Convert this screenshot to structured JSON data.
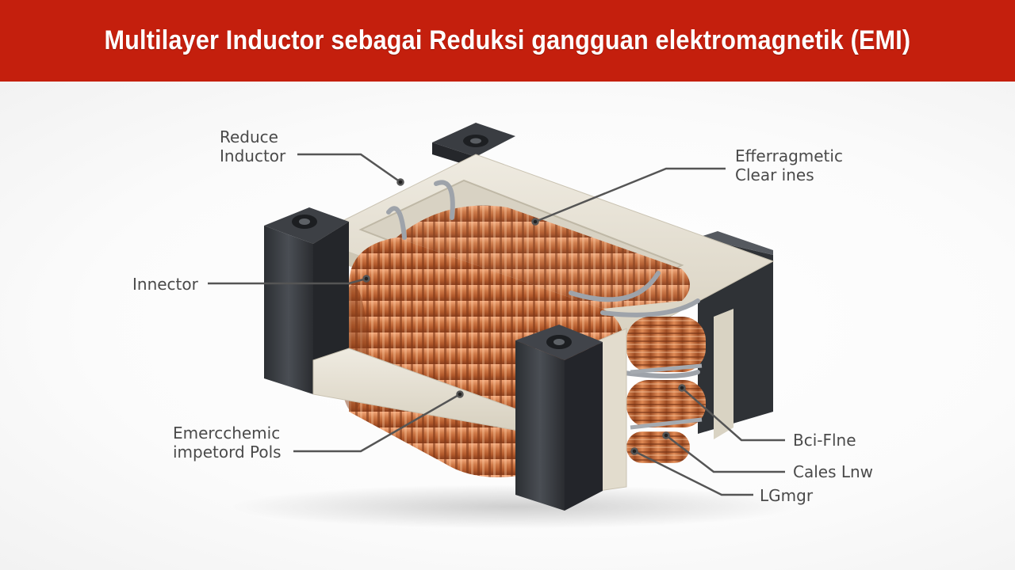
{
  "header": {
    "title": "Multilayer Inductor sebagai Reduksi gangguan elektromagnetik (EMI)",
    "background_color": "#c41f0d",
    "text_color": "#ffffff"
  },
  "diagram": {
    "labels": {
      "reduce_inductor": {
        "line1": "Reduce",
        "line2": "Inductor"
      },
      "electromagnetic_clear_lines": {
        "line1": "Efferragmetic",
        "line2": "Clear ines"
      },
      "innector": "Innector",
      "emerchemic_impetord_pols": {
        "line1": "Emercchemic",
        "line2": "impetord Pols"
      },
      "bci_fine": "Bci-Flne",
      "cales_lnw": "Cales Lnw",
      "lgmgr": "LGmgr"
    },
    "colors": {
      "copper": "#c86a3a",
      "copper_highlight": "#f0a070",
      "core_frame": "#e6e0d2",
      "end_cap": "#3c3f44",
      "leader_line": "#555555"
    }
  }
}
